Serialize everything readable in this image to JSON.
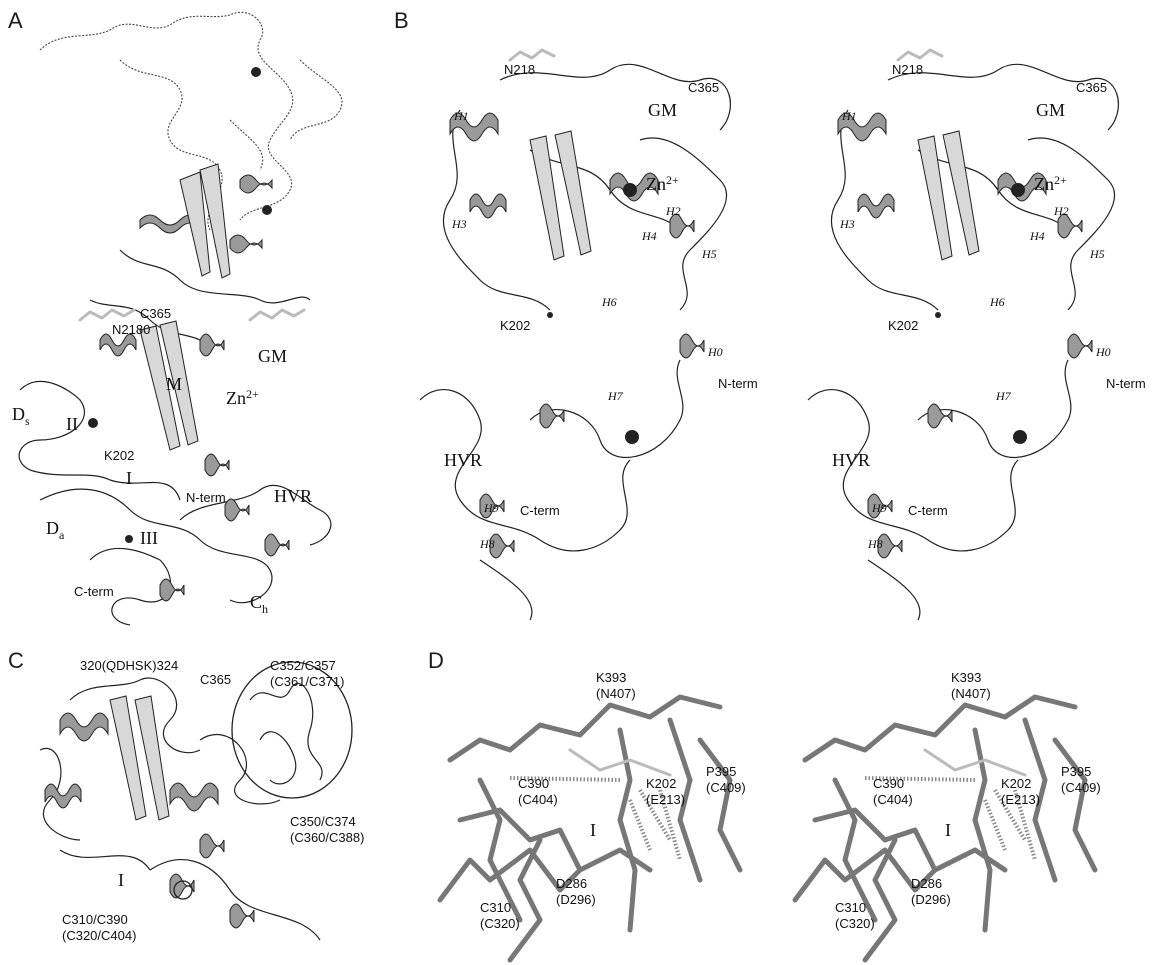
{
  "panels": {
    "A": {
      "label": "A",
      "annotations": {
        "c365": "C365",
        "n2180": "N2180",
        "gm": "GM",
        "zn": "Zn",
        "zn_sup": "2+",
        "m": "M",
        "ds_d": "D",
        "ds_s": "s",
        "ii": "II",
        "k202": "K202",
        "i": "I",
        "nterm": "N-term",
        "hvr": "HVR",
        "da_d": "D",
        "da_a": "a",
        "iii": "III",
        "cterm": "C-term",
        "ch_c": "C",
        "ch_h": "h"
      }
    },
    "B": {
      "label": "B",
      "annotations": {
        "n218": "N218",
        "c365": "C365",
        "gm": "GM",
        "zn": "Zn",
        "zn_sup": "2+",
        "h0": "H0",
        "h1": "H1",
        "h2": "H2",
        "h3": "H3",
        "h4": "H4",
        "h5": "H5",
        "h6": "H6",
        "h7": "H7",
        "h8": "H8",
        "h9": "H9",
        "k202": "K202",
        "nterm": "N-term",
        "hvr": "HVR",
        "cterm": "C-term"
      }
    },
    "C": {
      "label": "C",
      "annotations": {
        "motif": "320(QDHSK)324",
        "c365": "C365",
        "c352_357": "C352/C357",
        "c361_371": "(C361/C371)",
        "c350_374": "C350/C374",
        "c360_388": "(C360/C388)",
        "i": "I",
        "c310_390": "C310/C390",
        "c320_404": "(C320/C404)"
      }
    },
    "D": {
      "label": "D",
      "annotations": {
        "k393": "K393",
        "n407": "(N407)",
        "c390": "C390",
        "c404": "(C404)",
        "k202": "K202",
        "e213": "(E213)",
        "p395": "P395",
        "c409": "(C409)",
        "i": "I",
        "d286": "D286",
        "d296": "(D296)",
        "c310": "C310",
        "c320": "(C320)"
      }
    }
  }
}
